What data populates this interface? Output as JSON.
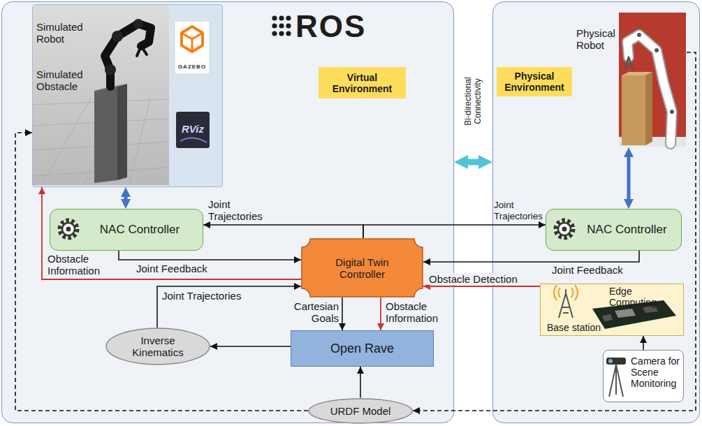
{
  "diagram": {
    "nodes": [
      {
        "text": [
          "ROS",
          "Virtual Environment"
        ]
      },
      {
        "text": [
          "Simulated Robot",
          "Simulated Obstacle"
        ],
        "in": 0
      },
      {
        "text": [
          "NAC Controller"
        ],
        "in": 0
      },
      {
        "text": [
          "Digital Twin Controller"
        ],
        "in": 0
      },
      {
        "text": [
          "Inverse Kinematics"
        ],
        "in": 0
      },
      {
        "text": [
          "Open Rave"
        ],
        "in": 0
      },
      {
        "text": [
          "URDF Model"
        ],
        "in": 0
      },
      {
        "text": [
          "Physical Environment"
        ]
      },
      {
        "text": [
          "Physical Robot"
        ],
        "in": 7
      },
      {
        "text": [
          "NAC Controller"
        ],
        "in": 7
      },
      {
        "text": [
          "Edge Computing",
          "Base station"
        ],
        "in": 7
      },
      {
        "text": [
          "Camera for Scene Monitoring"
        ],
        "in": 7
      }
    ],
    "edges": [
      {
        "from": 0,
        "to": 7,
        "arrow": "both",
        "label": "Bi-directional Connectivity"
      },
      {
        "from": 1,
        "to": 2,
        "arrow": "both"
      },
      {
        "from": 8,
        "to": 9,
        "arrow": "both"
      },
      {
        "from": 3,
        "to": 2,
        "arrow": "to",
        "label": "Joint Trajectories"
      },
      {
        "from": 3,
        "to": 9,
        "arrow": "to",
        "label": "Joint Trajectories"
      },
      {
        "from": 2,
        "to": 3,
        "arrow": "to",
        "label": "Joint Feedback"
      },
      {
        "from": 9,
        "to": 3,
        "arrow": "to",
        "label": "Joint Feedback"
      },
      {
        "from": 3,
        "to": 1,
        "arrow": "to",
        "label": "Obstacle Information"
      },
      {
        "from": 10,
        "to": 3,
        "arrow": "to",
        "label": "Obstacle Detection"
      },
      {
        "from": 3,
        "to": 5,
        "arrow": "to",
        "label": "Cartesian Goals"
      },
      {
        "from": 3,
        "to": 5,
        "arrow": "to",
        "label": "Obstacle Information"
      },
      {
        "from": 5,
        "to": 4,
        "arrow": "to"
      },
      {
        "from": 4,
        "to": 3,
        "arrow": "to",
        "label": "Joint Trajectories"
      },
      {
        "from": 6,
        "to": 5,
        "arrow": "to"
      },
      {
        "from": 6,
        "to": 1,
        "arrow": "to"
      },
      {
        "from": 8,
        "to": 6,
        "arrow": "to"
      },
      {
        "from": 11,
        "to": 10,
        "arrow": "to"
      }
    ],
    "labels": [
      "GAZEBO",
      "RViz"
    ]
  }
}
